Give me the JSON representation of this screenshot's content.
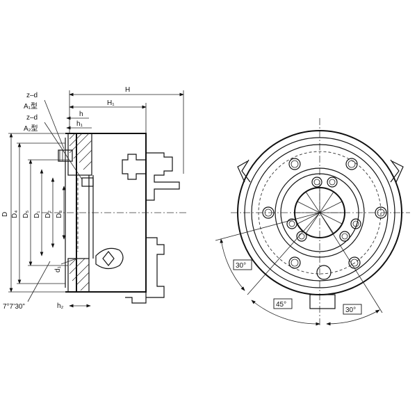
{
  "side_view": {
    "labels": {
      "H": "H",
      "H1": "H₁",
      "h": "h",
      "h1": "h₁",
      "h2": "h₂",
      "zd_top": "z–d",
      "a1": "A₁型",
      "zd_bottom": "z–d",
      "a2": "A₂型",
      "D": "D",
      "D4": "D₄",
      "D5": "D₅",
      "D1": "D₁",
      "D2": "D₂",
      "D3": "D₃",
      "d1": "d₁",
      "taper": "7°7’30”"
    }
  },
  "front_view": {
    "angles": {
      "a30_left": "30°",
      "a45": "45°",
      "a30_right": "30°"
    }
  }
}
